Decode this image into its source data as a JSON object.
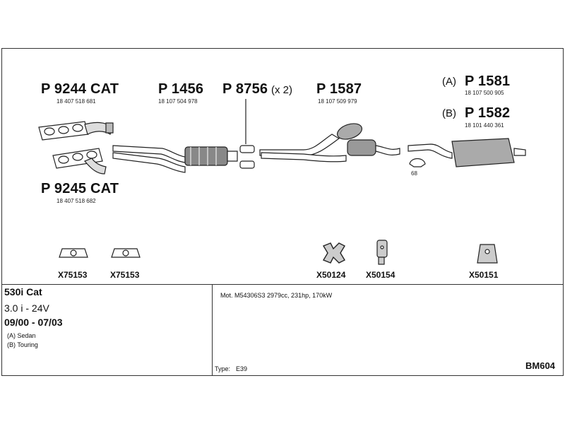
{
  "parts": {
    "p9244": {
      "number": "P 9244 CAT",
      "oe": "18 407 518 681"
    },
    "p9245": {
      "number": "P 9245 CAT",
      "oe": "18 407 518 682"
    },
    "p1456": {
      "number": "P 1456",
      "oe": "18 107 504 978"
    },
    "p8756": {
      "number": "P 8756",
      "qty": "(x 2)"
    },
    "p1587": {
      "number": "P 1587",
      "oe": "18 107 509 979"
    },
    "p1581": {
      "variant": "(A)",
      "number": "P 1581",
      "oe": "18 107 500 905"
    },
    "p1582": {
      "variant": "(B)",
      "number": "P 1582",
      "oe": "18 101 440 361"
    }
  },
  "clamp_label": "68",
  "accessories": [
    {
      "code": "X75153",
      "icon": "gasket-icon"
    },
    {
      "code": "X75153",
      "icon": "gasket-icon"
    },
    {
      "code": "X50124",
      "icon": "clamp-icon"
    },
    {
      "code": "X50154",
      "icon": "hanger-icon"
    },
    {
      "code": "X50151",
      "icon": "mounting-rubber-icon"
    }
  ],
  "vehicle": {
    "model": "530i Cat",
    "engine": "3.0 i - 24V",
    "years": "09/00 - 07/03",
    "variant_a": "(A) Sedan",
    "variant_b": "(B) Touring"
  },
  "motor": "Mot. M54306S3 2979cc, 231hp, 170kW",
  "type_label": "Type:",
  "type_value": "E39",
  "diagram_code": "BM604"
}
